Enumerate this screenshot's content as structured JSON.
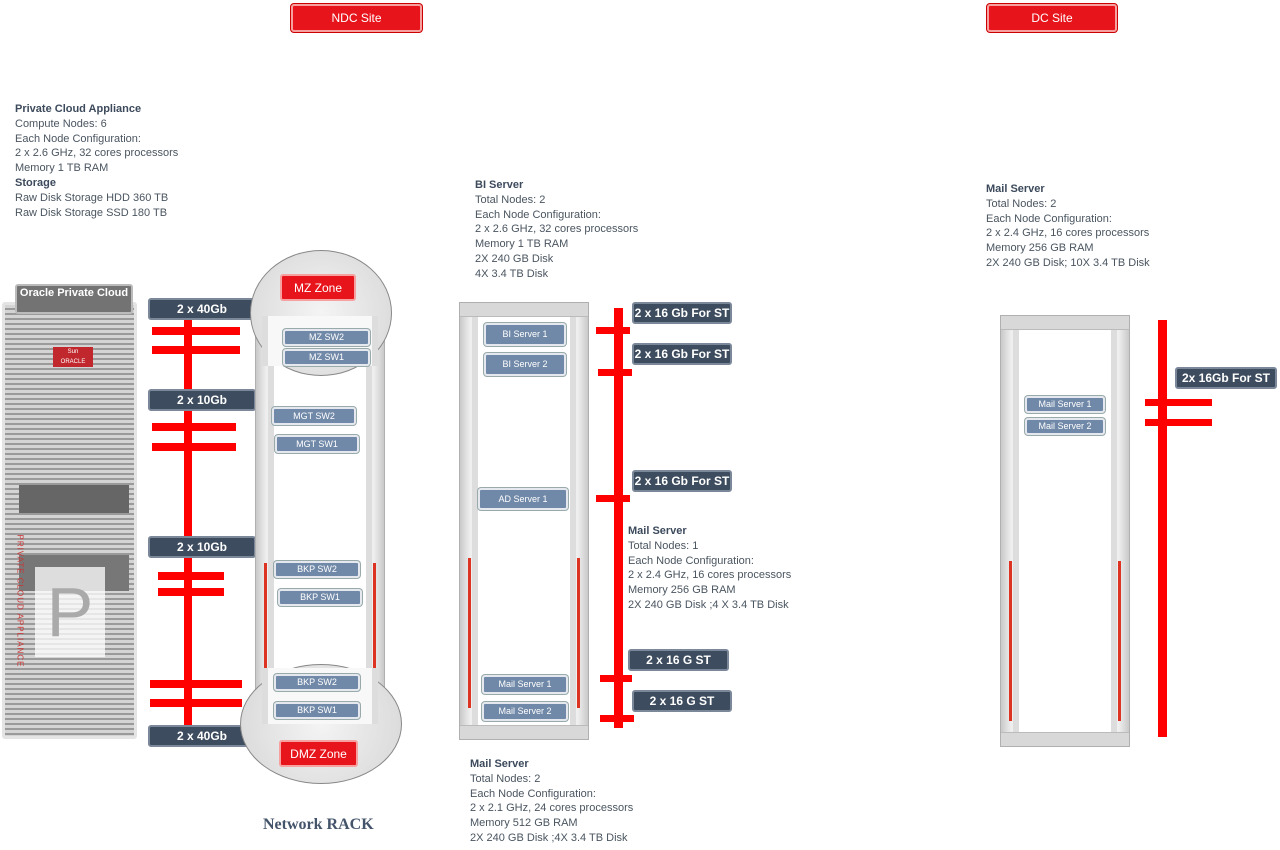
{
  "sites": {
    "ndc": "NDC Site",
    "dc": "DC Site"
  },
  "pca": {
    "title": "Private Cloud Appliance",
    "lines": [
      "Compute Nodes: 6",
      "Each Node Configuration:",
      "2 x 2.6 GHz, 32 cores processors",
      "Memory 1 TB RAM"
    ],
    "storage_title": "Storage",
    "storage_lines": [
      "Raw Disk Storage HDD 360 TB",
      "Raw Disk Storage SSD 180 TB"
    ],
    "label": "Oracle Private Cloud",
    "side_text": "PRIVATE CLOUD APPLIANCE",
    "logo": "Sun ORACLE"
  },
  "links_left": [
    "2 x 40Gb",
    "2 x 10Gb",
    "2 x 10Gb",
    "2 x 40Gb"
  ],
  "network_rack": {
    "title": "Network RACK",
    "mz_zone": "MZ Zone",
    "dmz_zone": "DMZ Zone",
    "switches": [
      "MZ SW2",
      "MZ SW1",
      "MGT SW2",
      "MGT SW1",
      "BKP SW2",
      "BKP SW1",
      "BKP SW2",
      "BKP SW1"
    ]
  },
  "bi": {
    "title": "BI Server",
    "lines": [
      "Total Nodes: 2",
      "Each Node Configuration:",
      "2 x 2.6 GHz, 32 cores processors",
      "Memory 1 TB RAM",
      "2X 240 GB  Disk",
      "4X 3.4  TB  Disk"
    ]
  },
  "ndc_rack2": {
    "servers": [
      "BI Server 1",
      "BI Server 2",
      "AD Server 1",
      "Mail Server 1",
      "Mail Server 2"
    ]
  },
  "links_mid": [
    "2 x 16 Gb For ST",
    "2 x 16 Gb For ST",
    "2 x 16 Gb For ST",
    "2 x 16 G ST",
    "2 x 16 G ST"
  ],
  "mail_mid": {
    "title": "Mail Server",
    "lines": [
      "Total Nodes: 1",
      "Each Node Configuration:",
      "2 x 2.4 GHz, 16 cores processors",
      "Memory 256 GB RAM",
      "2X 240 GB  Disk ;4 X 3.4  TB  Disk"
    ]
  },
  "mail_bottom": {
    "title": "Mail Server",
    "lines": [
      "Total Nodes: 2",
      "Each Node Configuration:",
      "2 x 2.1 GHz, 24 cores processors",
      "Memory 512 GB RAM",
      "2X 240 GB  Disk ;4X 3.4  TB  Disk"
    ]
  },
  "dc_mail": {
    "title": "Mail Server",
    "lines": [
      "Total Nodes: 2",
      "Each Node Configuration:",
      "2 x 2.4 GHz, 16 cores processors",
      "Memory 256 GB RAM",
      "2X 240 GB  Disk; 10X 3.4  TB  Disk"
    ]
  },
  "dc_rack": {
    "servers": [
      "Mail Server 1",
      "Mail Server 2"
    ]
  },
  "link_dc": "2x 16Gb For ST"
}
